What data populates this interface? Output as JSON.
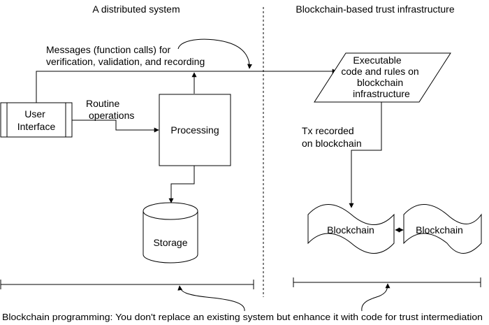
{
  "sections": {
    "left_title": "A distributed system",
    "right_title": "Blockchain-based trust infrastructure"
  },
  "nodes": {
    "user_interface": [
      "User",
      "Interface"
    ],
    "processing": "Processing",
    "storage": "Storage",
    "executable_code": [
      "Executable",
      "code and rules on",
      "blockchain",
      "infrastructure"
    ],
    "blockchain_left": "Blockchain",
    "blockchain_right": "Blockchain"
  },
  "edge_labels": {
    "messages": [
      "Messages (function calls) for",
      "verification, validation, and recording"
    ],
    "routine": [
      "Routine",
      "operations"
    ],
    "tx_recorded": [
      "Tx recorded",
      "on blockchain"
    ]
  },
  "footer": "Blockchain programming: You don't replace an existing system but enhance it with code for trust intermediation",
  "colors": {
    "stroke": "#000000",
    "background": "#ffffff"
  }
}
